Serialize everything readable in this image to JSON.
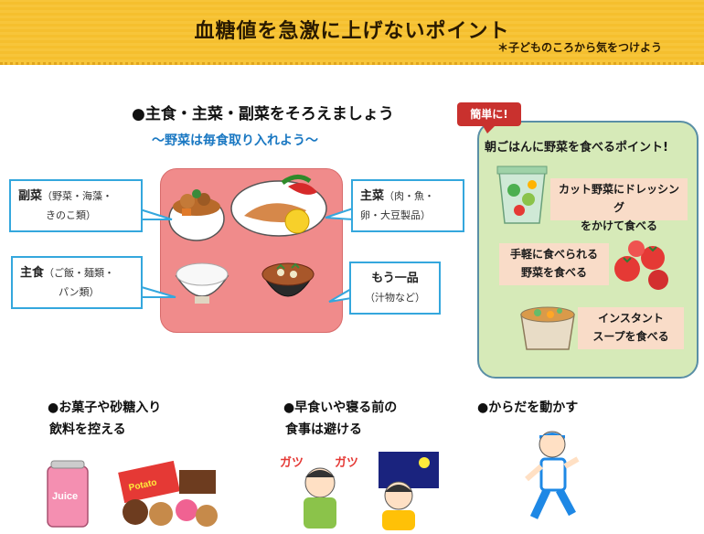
{
  "header": {
    "title": "血糖値を急激に上げないポイント",
    "subtitle": "＊子どものころから気をつけよう"
  },
  "meal": {
    "heading": "●主食・主菜・副菜をそろえましょう",
    "subheading": "〜野菜は毎食取り入れよう〜",
    "fukusai": {
      "label": "副菜",
      "detail1": "（野菜・海藻・",
      "detail2": "きのこ類）"
    },
    "shushoku": {
      "label": "主食",
      "detail1": "（ご飯・麺類・",
      "detail2": "パン類）"
    },
    "shusai": {
      "label": "主菜",
      "detail1": "（肉・魚・",
      "detail2": "卵・大豆製品）"
    },
    "mouippin": {
      "label": "もう一品",
      "detail1": "（汁物など）"
    }
  },
  "breakfast": {
    "tag": "簡単に!",
    "title": "朝ごはんに野菜を食べるポイント!",
    "tips": [
      {
        "line1": "カット野菜にドレッシング",
        "line2": "をかけて食べる"
      },
      {
        "line1": "手軽に食べられる",
        "line2": "野菜を食べる"
      },
      {
        "line1": "インスタント",
        "line2": "スープを食べる"
      }
    ]
  },
  "bottom": {
    "sweets": {
      "line1": "●お菓子や砂糖入り",
      "line2": "飲料を控える",
      "can_text": "Juice",
      "bag_text": "Potato"
    },
    "eating": {
      "line1": "●早食いや寝る前の",
      "line2": "食事は避ける",
      "sfx": "ガツ"
    },
    "exercise": {
      "line1": "●からだを動かす"
    }
  },
  "colors": {
    "banner": "#f7c53a",
    "bubble_border": "#34a7dd",
    "plate_bg": "#f08b8b",
    "panel_bg": "#d6eab8",
    "tag_red": "#c9312e",
    "subheading_blue": "#1a78c2"
  }
}
